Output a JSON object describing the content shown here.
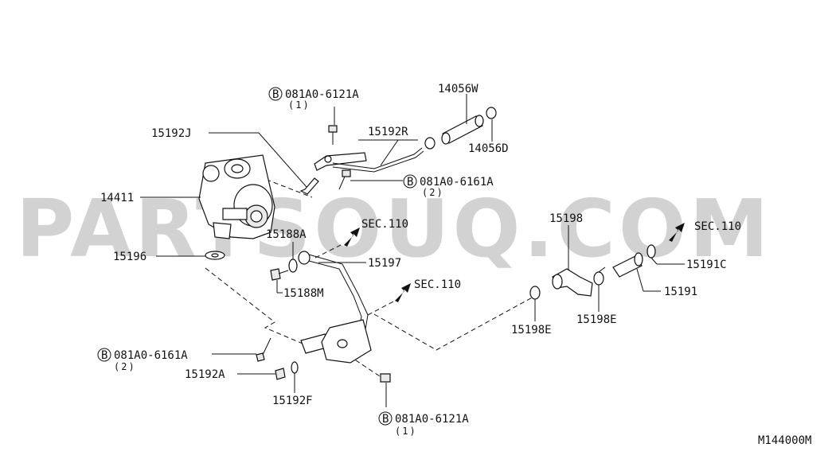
{
  "watermark": "PARTSOUQ.COM",
  "diagram_code": "M144000M",
  "bolt_badge": "B",
  "labels": {
    "p15192J": "15192J",
    "p14411": "14411",
    "p15196": "15196",
    "p15188A": "15188A",
    "p15188M": "15188M",
    "p15197": "15197",
    "p15192R": "15192R",
    "p14056W": "14056W",
    "p14056D": "14056D",
    "p15198": "15198",
    "p15198E_left": "15198E",
    "p15198E_right": "15198E",
    "p15191": "15191",
    "p15191C": "15191C",
    "p15192A": "15192A",
    "p15192F": "15192F",
    "sec_upper": "SEC.110",
    "sec_middle": "SEC.110",
    "sec_right": "SEC.110"
  },
  "bolts": {
    "b1_code": "081A0-6121A",
    "b1_qty": "(1)",
    "b2_code": "081A0-6161A",
    "b2_qty": "(2)",
    "b3_code": "081A0-6161A",
    "b3_qty": "(2)",
    "b4_code": "081A0-6121A",
    "b4_qty": "(1)"
  }
}
